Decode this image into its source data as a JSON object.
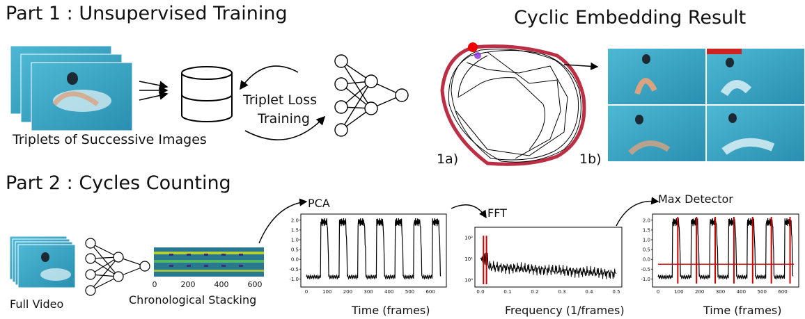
{
  "part1": {
    "title": "Part 1 : Unsupervised Training",
    "triplets_label": "Triplets of Successive Images",
    "loss_label_line1": "Triplet Loss",
    "loss_label_line2": "Training"
  },
  "embedding": {
    "title": "Cyclic Embedding Result",
    "label_a": "1a)",
    "label_b": "1b)"
  },
  "part2": {
    "title": "Part 2 : Cycles Counting",
    "full_video_label": "Full Video",
    "stacking_label": "Chronological Stacking",
    "stacking_ticks": [
      "0",
      "200",
      "400",
      "600"
    ],
    "pca_title": "PCA",
    "fft_title": "FFT",
    "max_title": "Max Detector",
    "time_label": "Time (frames)",
    "freq_label": "Frequency (1/frames)",
    "max_time_label": "Time (frames)"
  },
  "colors": {
    "accent_red": "#cc0000",
    "embedding_red": "#b5172f",
    "water": "#3aa7c4",
    "heatmap_bg": "#2a788e",
    "heatmap_band": "#d7e31f"
  },
  "chart_data": [
    {
      "type": "line",
      "title": "PCA",
      "xlabel": "Time (frames)",
      "ylabel": "",
      "xlim": [
        0,
        650
      ],
      "ylim": [
        -1.2,
        2.1
      ],
      "xticks": [
        "0",
        "100",
        "200",
        "300",
        "400",
        "500",
        "600"
      ],
      "yticks": [
        "2.0",
        "1.5",
        "1.0",
        "0.5",
        "0.0",
        "-0.5",
        "-1.0"
      ],
      "cycle_starts": [
        70,
        160,
        250,
        340,
        430,
        520,
        610
      ],
      "high": 1.9,
      "low": -0.9
    },
    {
      "type": "line",
      "title": "FFT",
      "xlabel": "Frequency (1/frames)",
      "ylabel": "",
      "xlim": [
        0,
        0.5
      ],
      "yscale": "log",
      "xticks": [
        "0.0",
        "0.1",
        "0.2",
        "0.3",
        "0.4",
        "0.5"
      ],
      "yticks": [
        "10²",
        "10¹",
        "10⁰"
      ],
      "peak_freqs": [
        0.011,
        0.022
      ]
    },
    {
      "type": "line",
      "title": "Max Detector",
      "xlabel": "Time (frames)",
      "ylabel": "",
      "xlim": [
        0,
        650
      ],
      "ylim": [
        -1.2,
        2.1
      ],
      "xticks": [
        "0",
        "100",
        "200",
        "300",
        "400",
        "500",
        "600"
      ],
      "yticks": [
        "2.0",
        "1.5",
        "1.0",
        "0.5",
        "0.0",
        "-0.5",
        "-1.0"
      ],
      "threshold": -0.25,
      "detected_peaks": [
        95,
        185,
        275,
        365,
        455,
        545,
        635
      ]
    }
  ]
}
